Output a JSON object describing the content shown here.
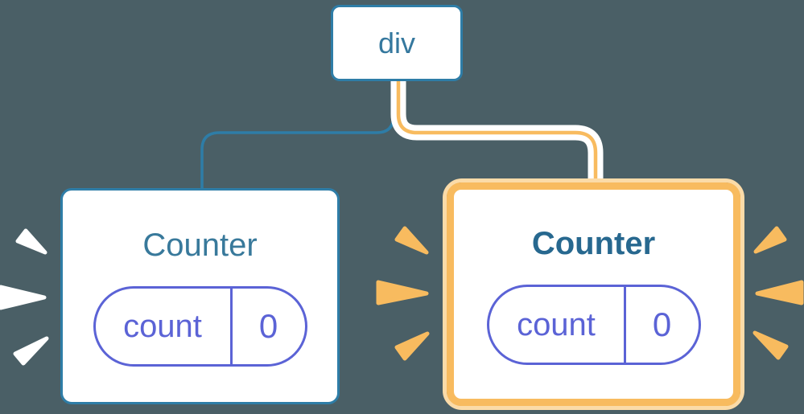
{
  "diagram": {
    "description": "React component tree: a div root with two Counter children; the right Counter is newly mounted (highlighted orange with burst marks), each Counter holds state count = 0",
    "root": {
      "label": "div"
    },
    "children": [
      {
        "title": "Counter",
        "highlighted": false,
        "state": {
          "key": "count",
          "value": "0"
        }
      },
      {
        "title": "Counter",
        "highlighted": true,
        "state": {
          "key": "count",
          "value": "0"
        }
      }
    ],
    "colors": {
      "background": "#4A5F66",
      "blue_border": "#2E7DA7",
      "blue_text": "#35789E",
      "blue_title": "#38799B",
      "blue_title_bold": "#27688F",
      "state_purple": "#5B63D6",
      "highlight_orange": "#F8BB5F",
      "highlight_orange_pale": "#FBDBA8",
      "node_fill": "#FFFFFF",
      "burst_left": "#FFFFFF",
      "burst_right": "#F8BB5F"
    }
  }
}
